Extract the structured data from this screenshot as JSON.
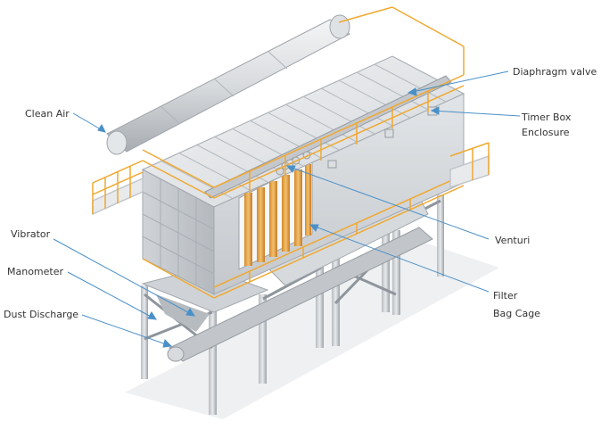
{
  "labels": {
    "clean_air": "Clean Air",
    "diaphragm_valve": "Diaphragm valve",
    "timer_box_line1": "Timer Box",
    "timer_box_line2": "Enclosure",
    "vibrator": "Vibrator",
    "manometer": "Manometer",
    "dust_discharge": "Dust Discharge",
    "venturi": "Venturi",
    "filter_line1": "Filter",
    "filter_line2": "Bag Cage"
  },
  "colors": {
    "leader_line": "#4a90c8",
    "railing": "#f0a830",
    "steel_light": "#e6e8ea",
    "steel_mid": "#c8ccd0",
    "steel_dark": "#9ea4aa",
    "filter_bag": "#e8a640"
  }
}
